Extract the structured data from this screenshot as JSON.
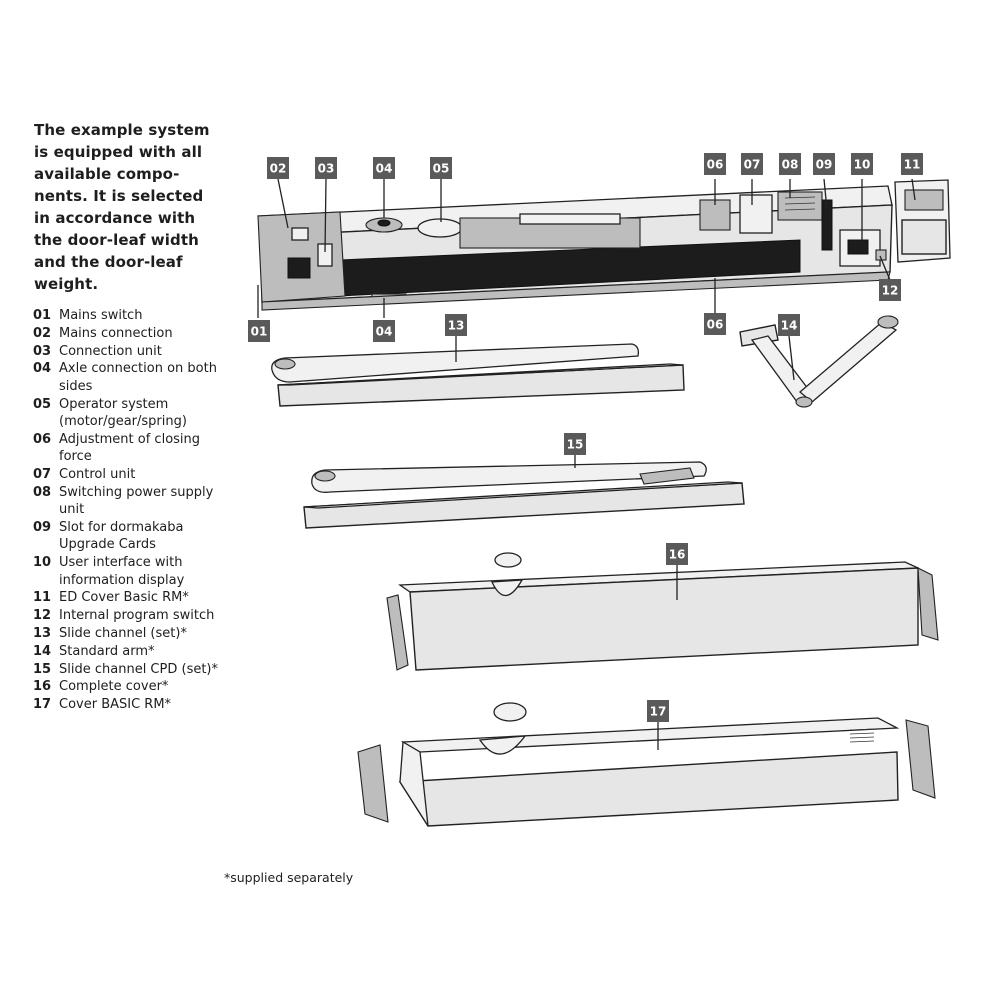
{
  "intro": {
    "lines": [
      "The example system",
      "is equipped with all",
      "available compo-",
      "nents. It is selected",
      "in accordance with",
      "the door-leaf width",
      "and the door-leaf",
      "weight."
    ]
  },
  "legend": [
    {
      "num": "01",
      "text": "Mains switch"
    },
    {
      "num": "02",
      "text": "Mains connection"
    },
    {
      "num": "03",
      "text": "Connection unit"
    },
    {
      "num": "04",
      "text": "Axle connection on both sides"
    },
    {
      "num": "05",
      "text": "Operator system (motor/gear/spring)"
    },
    {
      "num": "06",
      "text": "Adjustment of closing force"
    },
    {
      "num": "07",
      "text": "Control unit"
    },
    {
      "num": "08",
      "text": "Switching power supply unit"
    },
    {
      "num": "09",
      "text": "Slot for dormakaba Upgrade Cards"
    },
    {
      "num": "10",
      "text": "User interface with information display"
    },
    {
      "num": "11",
      "text": "ED Cover Basic RM*"
    },
    {
      "num": "12",
      "text": "Internal program switch"
    },
    {
      "num": "13",
      "text": "Slide channel (set)*"
    },
    {
      "num": "14",
      "text": "Standard arm*"
    },
    {
      "num": "15",
      "text": "Slide channel CPD (set)*"
    },
    {
      "num": "16",
      "text": "Complete cover*"
    },
    {
      "num": "17",
      "text": "Cover BASIC RM*"
    }
  ],
  "callouts": {
    "c01": "01",
    "c02": "02",
    "c03": "03",
    "c04_top": "04",
    "c04_bottom": "04",
    "c05": "05",
    "c06_top": "06",
    "c06_bottom": "06",
    "c07": "07",
    "c08": "08",
    "c09": "09",
    "c10": "10",
    "c11": "11",
    "c12": "12",
    "c13": "13",
    "c14": "14",
    "c15": "15",
    "c16": "16",
    "c17": "17"
  },
  "footnote": "*supplied separately",
  "colors": {
    "badge": "#5a5a5a",
    "text": "#1e1e1e",
    "part_fill": "#e6e6e6"
  }
}
